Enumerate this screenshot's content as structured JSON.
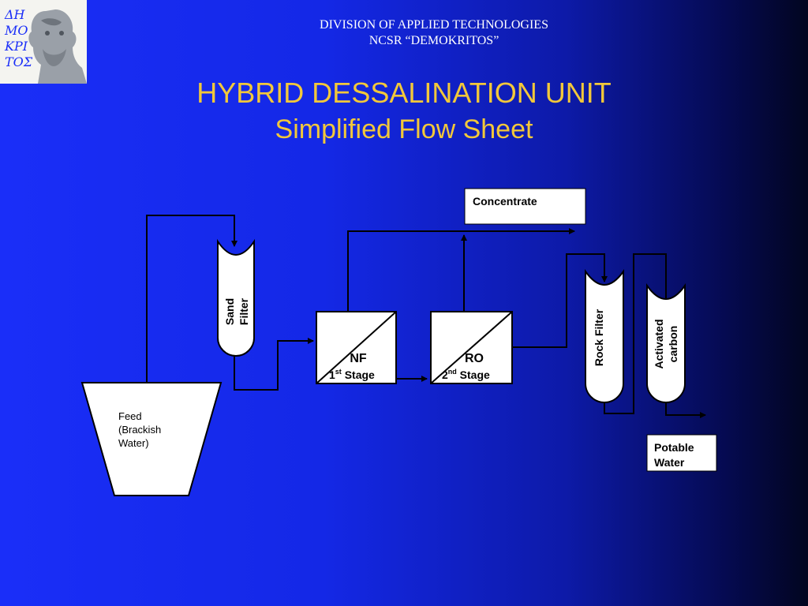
{
  "header": {
    "line1": "DIVISION OF APPLIED TECHNOLOGIES",
    "line2": "NCSR “DEMOKRITOS”"
  },
  "title": {
    "main": "HYBRID DESSALINATION UNIT",
    "sub": "Simplified Flow Sheet"
  },
  "logo": {
    "text": "ΔΗΜΟΚΡΙΤΟΣ",
    "icon": "bust-logo-icon"
  },
  "diagram": {
    "feed": {
      "line1": "Feed",
      "line2": "(Brackish",
      "line3": "Water)"
    },
    "sand_filter": {
      "line1": "Sand",
      "line2": "Filter"
    },
    "nf": {
      "name": "NF",
      "ord_num": "1",
      "ord_sup": "st",
      "stage": " Stage"
    },
    "ro": {
      "name": "RO",
      "ord_num": "2",
      "ord_sup": "nd",
      "stage": " Stage"
    },
    "concentrate": "Concentrate",
    "rock_filter": "Rock Filter",
    "activated_carbon": {
      "line1": "Activated",
      "line2": "carbon"
    },
    "potable": {
      "line1": "Potable",
      "line2": "Water"
    }
  },
  "colors": {
    "title": "#f2c83a",
    "line": "#000000",
    "box_fill": "#ffffff"
  }
}
